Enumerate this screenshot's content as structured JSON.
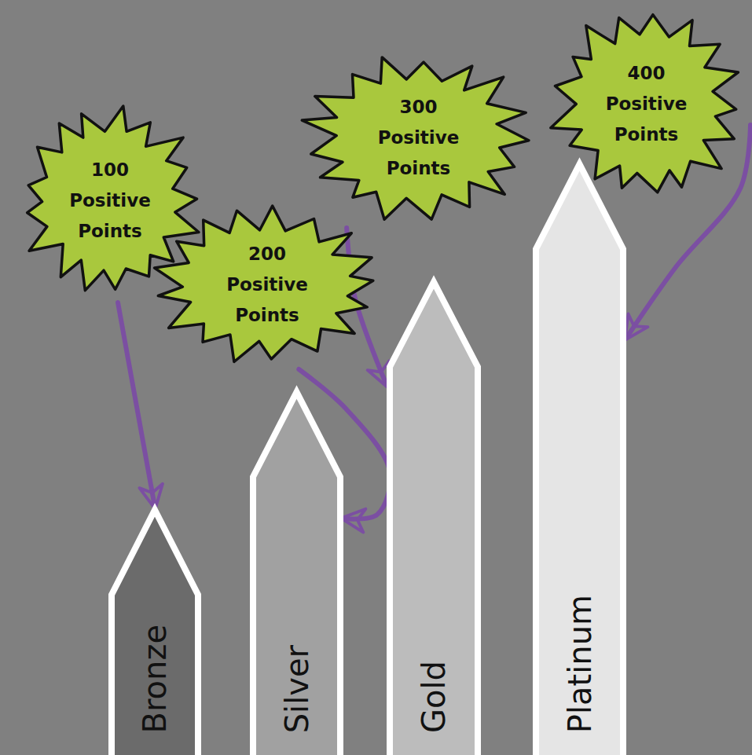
{
  "diagram": {
    "nodes": [
      {
        "text": [
          "100 Positive Points"
        ]
      },
      {
        "text": [
          "200 Positive Points"
        ]
      },
      {
        "text": [
          "300 Positive Points"
        ]
      },
      {
        "text": [
          "400 Positive Points"
        ]
      },
      {
        "text": [
          "Bronze"
        ]
      },
      {
        "text": [
          "Silver"
        ]
      },
      {
        "text": [
          "Gold"
        ]
      },
      {
        "text": [
          "Platinum"
        ]
      }
    ],
    "edges": [
      {
        "from": 0,
        "to": 4,
        "arrow": "to"
      },
      {
        "from": 1,
        "to": 5,
        "arrow": "to"
      },
      {
        "from": 2,
        "to": 6,
        "arrow": "to"
      },
      {
        "from": 3,
        "to": 7,
        "arrow": "to"
      }
    ]
  }
}
